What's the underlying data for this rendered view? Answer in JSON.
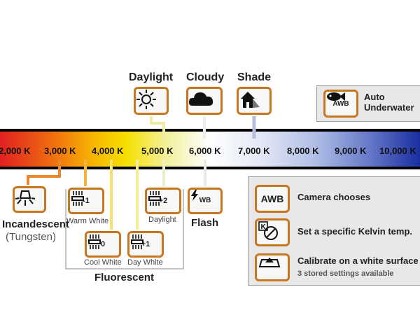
{
  "presets_top": {
    "daylight": "Daylight",
    "cloudy": "Cloudy",
    "shade": "Shade"
  },
  "auto_underwater": {
    "badge": "AWB",
    "line1": "Auto",
    "line2": "Underwater"
  },
  "kelvin_scale": [
    "2,000 K",
    "3,000 K",
    "4,000 K",
    "5,000 K",
    "6,000 K",
    "7,000 K",
    "8,000 K",
    "9,000 K",
    "10,000 K"
  ],
  "presets_bottom": {
    "incandescent": "Incandescent",
    "tungsten": "(Tungsten)",
    "warm_white_badge": "-1",
    "warm_white": "Warm White",
    "cool_white_badge": "0",
    "cool_white": "Cool White",
    "day_white_badge": "+1",
    "day_white": "Day White",
    "daylight_fl_badge": "+2",
    "daylight_fl": "Daylight",
    "fluorescent": "Fluorescent",
    "flash_badge": "WB",
    "flash": "Flash"
  },
  "modes": [
    {
      "badge": "AWB",
      "text": "Camera chooses",
      "sub": ""
    },
    {
      "badge": "K",
      "text": "Set a specific Kelvin temp.",
      "sub": ""
    },
    {
      "badge": "",
      "text": "Calibrate on a white surface",
      "sub": "3 stored settings available"
    }
  ],
  "colors": {
    "accent_border": "#c8761f",
    "bar_dark": "#000000"
  }
}
